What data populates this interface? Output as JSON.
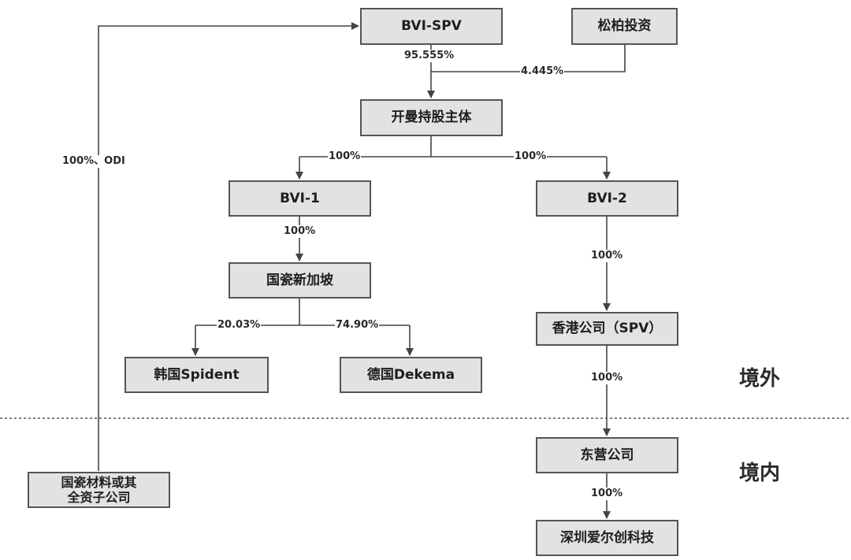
{
  "nodes": {
    "bvi_spv": "BVI-SPV",
    "songbai": "松柏投资",
    "kaiman": "开曼持股主体",
    "bvi1": "BVI-1",
    "bvi2": "BVI-2",
    "guoci_sg": "国瓷新加坡",
    "hk_spv": "香港公司（SPV）",
    "korea": "韩国Spident",
    "germany": "德国Dekema",
    "dongying": "东营公司",
    "shenzhen": "深圳爱尔创科技",
    "guoci_material_line1": "国瓷材料或其",
    "guoci_material_line2": "全资子公司"
  },
  "edges": {
    "bvi_spv_to_kaiman": "95.555%",
    "songbai_to_kaiman": "4.445%",
    "kaiman_to_bvi1": "100%",
    "kaiman_to_bvi2": "100%",
    "bvi1_to_guoci_sg": "100%",
    "guoci_sg_to_korea": "20.03%",
    "guoci_sg_to_germany": "74.90%",
    "bvi2_to_hk": "100%",
    "hk_to_dongying": "100%",
    "dongying_to_shenzhen": "100%",
    "guoci_material_to_bvi_spv": "100%、ODI"
  },
  "regions": {
    "offshore": "境外",
    "onshore": "境内"
  },
  "colors": {
    "box_fill": "#e2e2e2",
    "box_border": "#555555",
    "line": "#444444",
    "text": "#1e1e1e"
  }
}
